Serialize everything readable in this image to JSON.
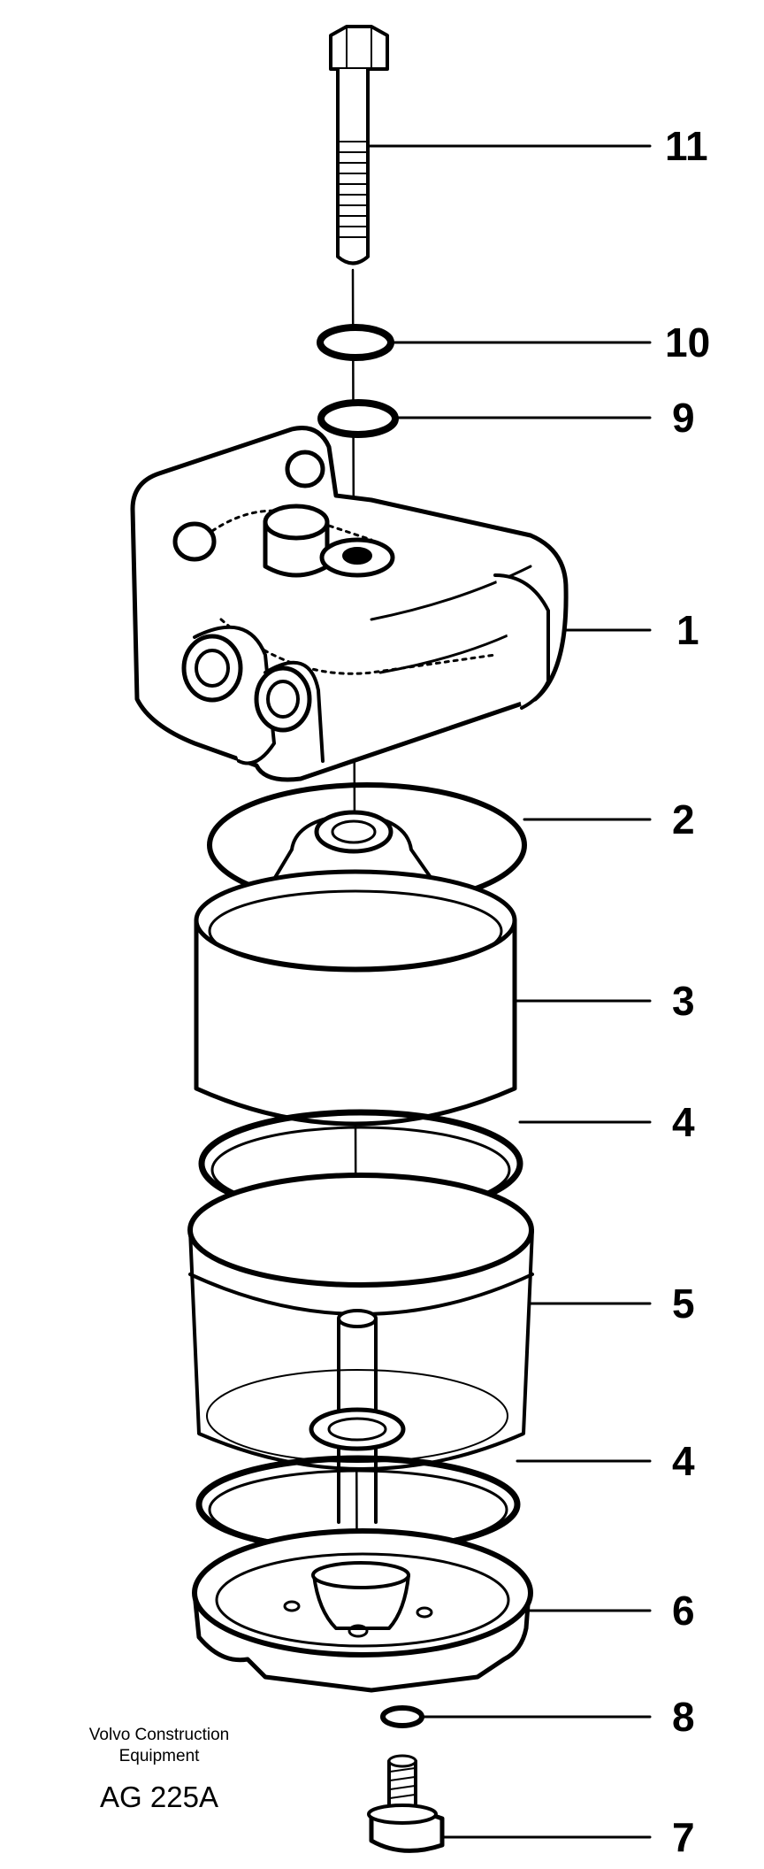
{
  "diagram": {
    "parts": [
      {
        "number": "11",
        "part": "bolt"
      },
      {
        "number": "10",
        "part": "washer-upper"
      },
      {
        "number": "9",
        "part": "washer-lower"
      },
      {
        "number": "1",
        "part": "filter-head"
      },
      {
        "number": "2",
        "part": "o-ring"
      },
      {
        "number": "3",
        "part": "filter-element"
      },
      {
        "number": "4",
        "part": "seal-ring-upper"
      },
      {
        "number": "5",
        "part": "water-separator-bowl"
      },
      {
        "number": "4",
        "part": "seal-ring-lower"
      },
      {
        "number": "6",
        "part": "bottom-cover"
      },
      {
        "number": "8",
        "part": "drain-washer"
      },
      {
        "number": "7",
        "part": "drain-plug"
      }
    ]
  },
  "footer": {
    "maker_line1": "Volvo Construction",
    "maker_line2": "Equipment",
    "ref_code": "AG 225A"
  }
}
